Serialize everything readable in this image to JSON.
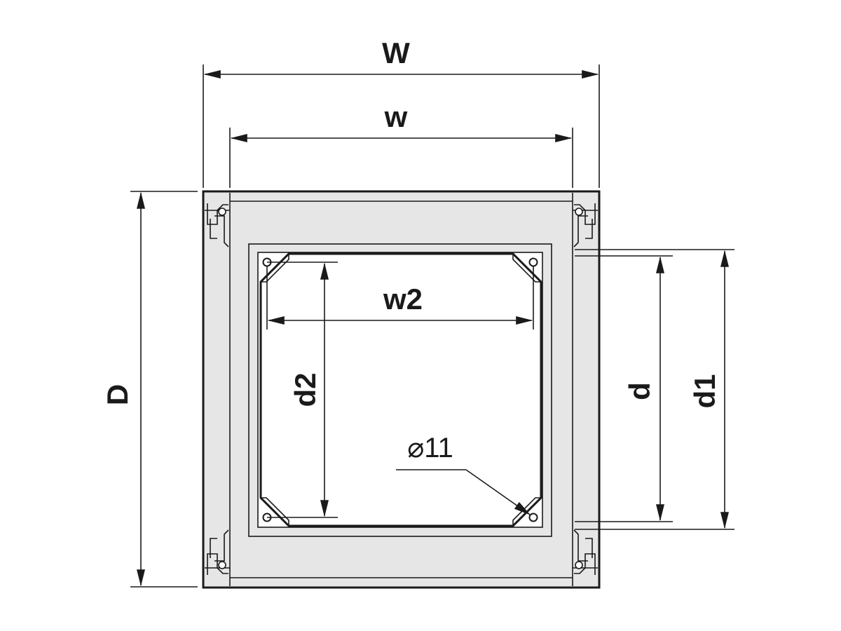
{
  "labels": {
    "W": "W",
    "w": "w",
    "w2": "w2",
    "D": "D",
    "d": "d",
    "d1": "d1",
    "d2": "d2",
    "hole": "⌀11"
  },
  "colors": {
    "line": "#1a1a1a",
    "panel_fill": "#e6e6e6",
    "background": "#ffffff"
  }
}
